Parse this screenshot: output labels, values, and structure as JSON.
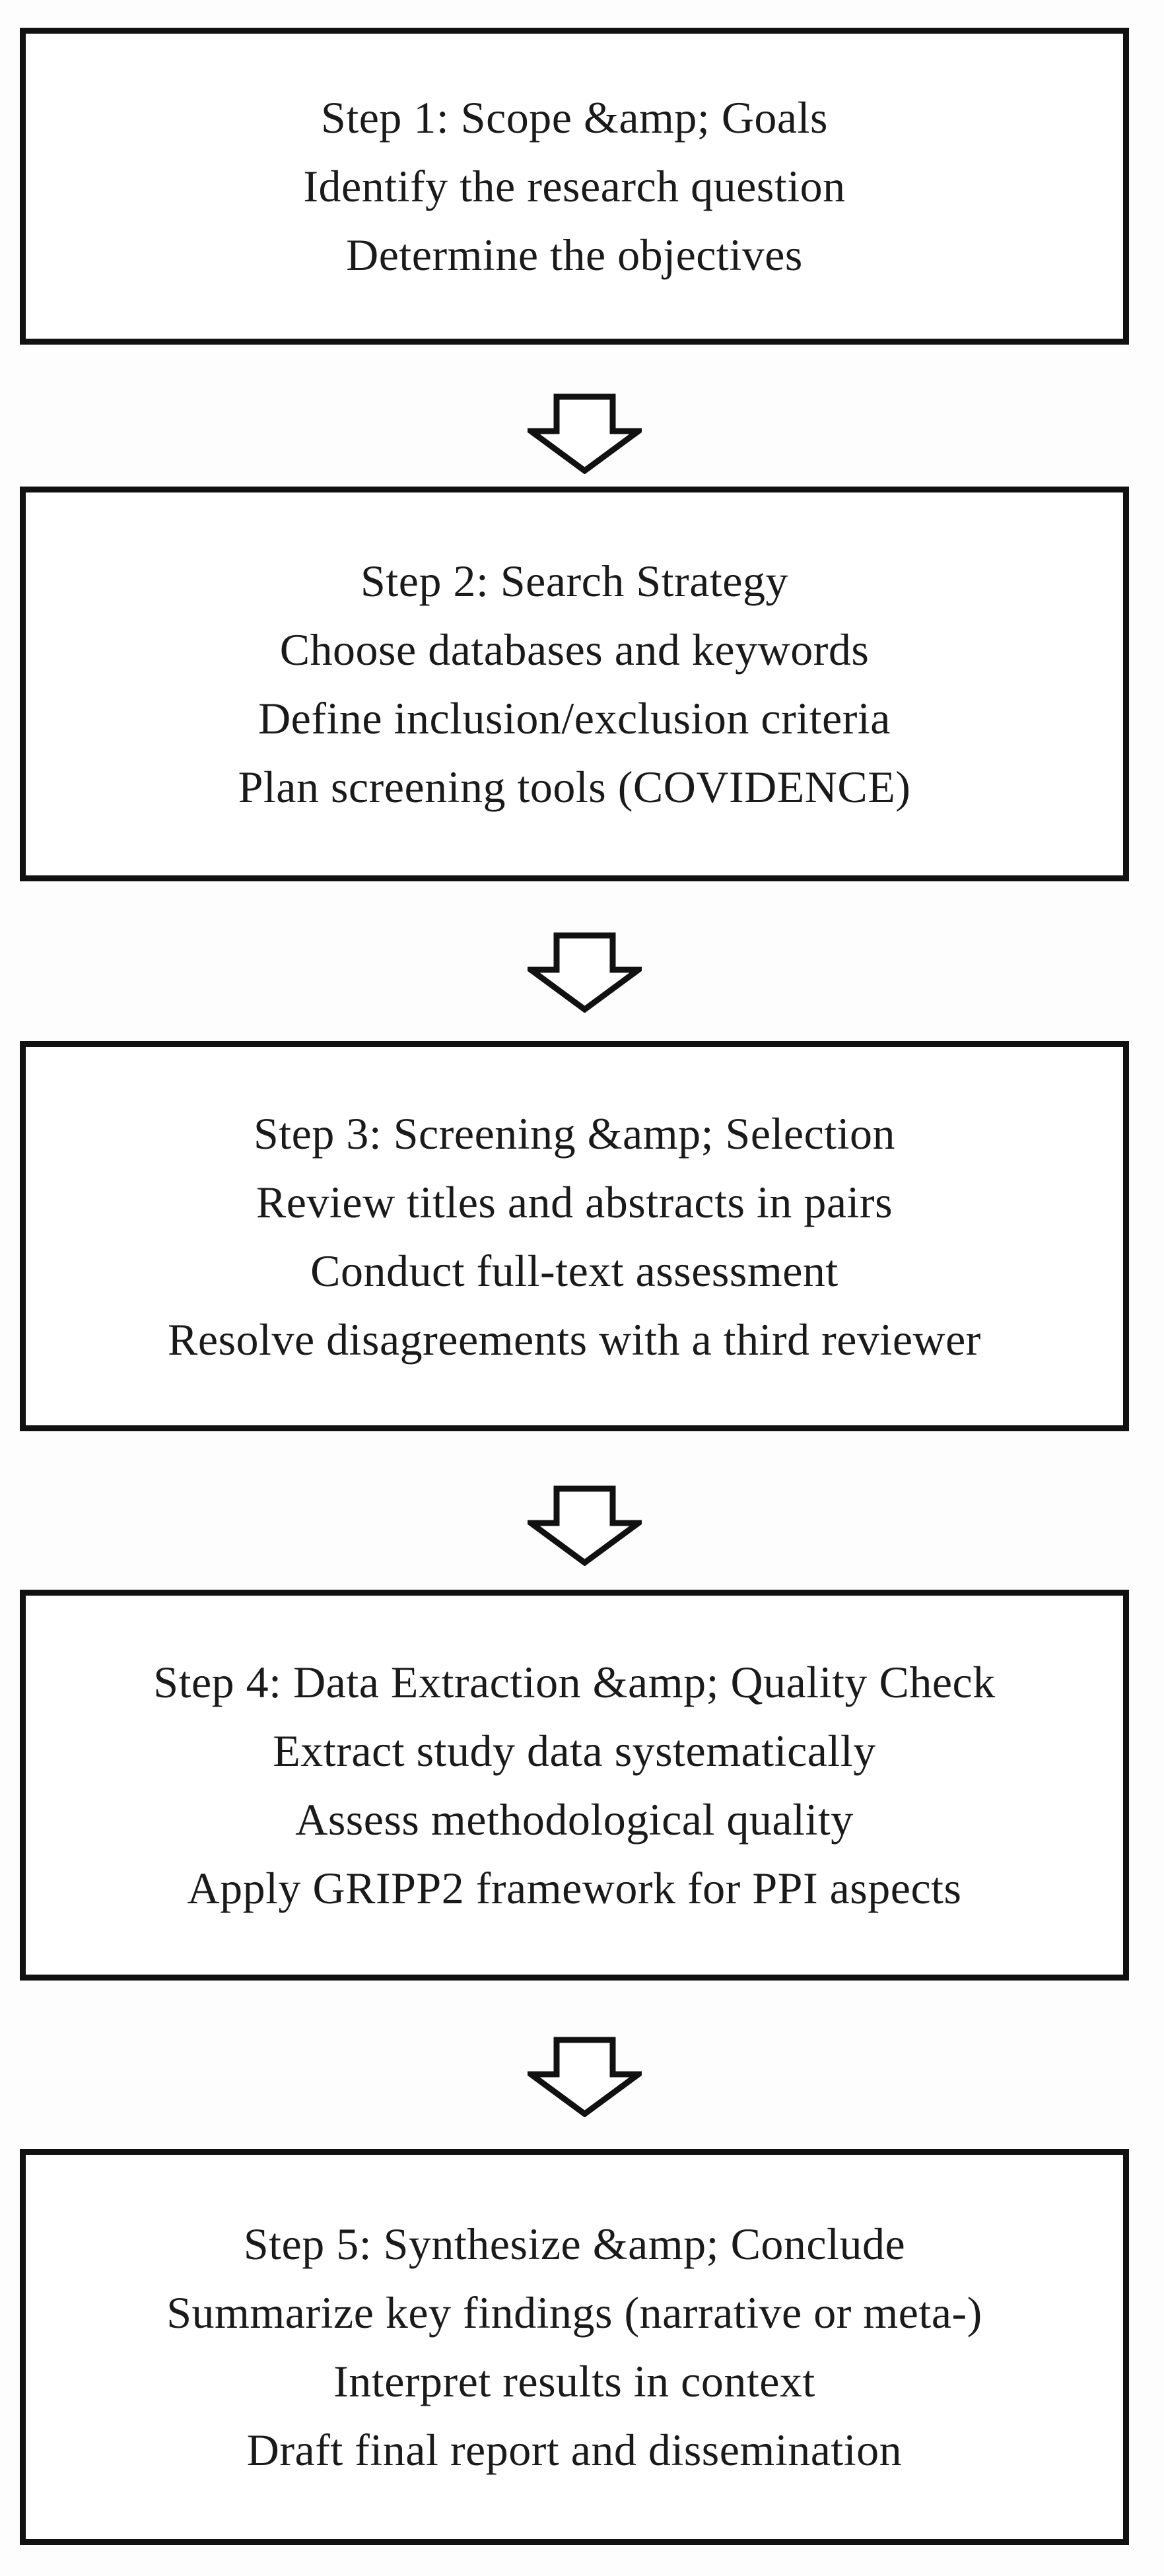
{
  "page": {
    "background_color": "#fdfdfd",
    "box_fill_color": "#ffffff",
    "border_color": "#111111",
    "text_color": "#1a1a1a"
  },
  "flowchart": {
    "steps": [
      {
        "lines": [
          "Step 1: Scope &amp; Goals",
          "Identify the research question",
          "Determine the objectives"
        ]
      },
      {
        "lines": [
          "Step 2: Search Strategy",
          "Choose databases and keywords",
          "Define inclusion/exclusion criteria",
          "Plan screening tools (COVIDENCE)"
        ]
      },
      {
        "lines": [
          "Step 3: Screening &amp; Selection",
          "Review titles and abstracts in pairs",
          "Conduct full-text assessment",
          "Resolve disagreements with a third reviewer"
        ]
      },
      {
        "lines": [
          "Step 4: Data Extraction &amp; Quality Check",
          "Extract study data systematically",
          "Assess methodological quality",
          "Apply GRIPP2 framework for PPI aspects"
        ]
      },
      {
        "lines": [
          "Step 5: Synthesize &amp; Conclude",
          "Summarize key findings (narrative or meta-)",
          "Interpret results in context",
          "Draft final report and dissemination"
        ]
      }
    ]
  }
}
